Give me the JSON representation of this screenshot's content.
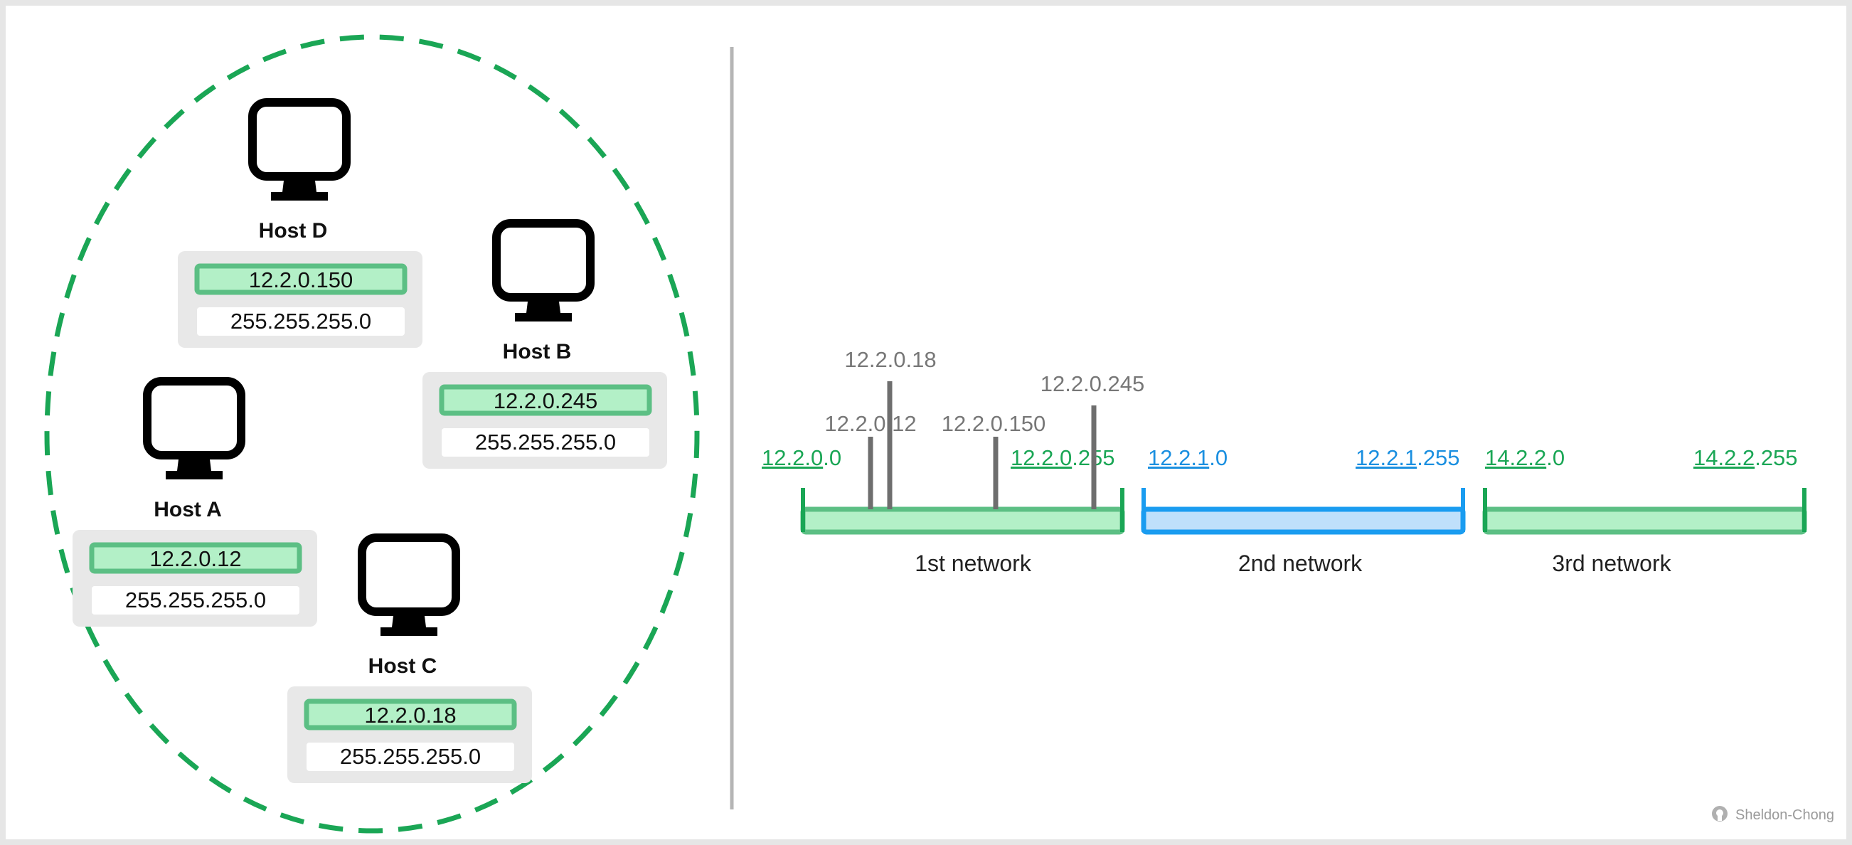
{
  "hosts": [
    {
      "name": "Host D",
      "ip": "12.2.0.150",
      "mask": "255.255.255.0"
    },
    {
      "name": "Host B",
      "ip": "12.2.0.245",
      "mask": "255.255.255.0"
    },
    {
      "name": "Host A",
      "ip": "12.2.0.12",
      "mask": "255.255.255.0"
    },
    {
      "name": "Host C",
      "ip": "12.2.0.18",
      "mask": "255.255.255.0"
    }
  ],
  "networks": [
    {
      "label": "1st network",
      "start": {
        "prefix": "12.2.0",
        "suffix": ".0"
      },
      "end": {
        "prefix": "12.2.0",
        "suffix": ".255"
      },
      "color": "#1aa655"
    },
    {
      "label": "2nd network",
      "start": {
        "prefix": "12.2.1",
        "suffix": ".0"
      },
      "end": {
        "prefix": "12.2.1",
        "suffix": ".255"
      },
      "color": "#1a8fe0"
    },
    {
      "label": "3rd network",
      "start": {
        "prefix": "14.2.2",
        "suffix": ".0"
      },
      "end": {
        "prefix": "14.2.2",
        "suffix": ".255"
      },
      "color": "#1aa655"
    }
  ],
  "markers": [
    {
      "label": "12.2.0.12"
    },
    {
      "label": "12.2.0.18"
    },
    {
      "label": "12.2.0.150"
    },
    {
      "label": "12.2.0.245"
    }
  ],
  "credit": "Sheldon-Chong",
  "colors": {
    "green": "#1aa655",
    "green_fill": "#b3f0c7",
    "green_border": "#5cbf84",
    "blue": "#1a8fe0",
    "blue_fill": "#bfe0fb",
    "gray_panel": "#e8e8e8",
    "marker": "#6e6e6e"
  }
}
